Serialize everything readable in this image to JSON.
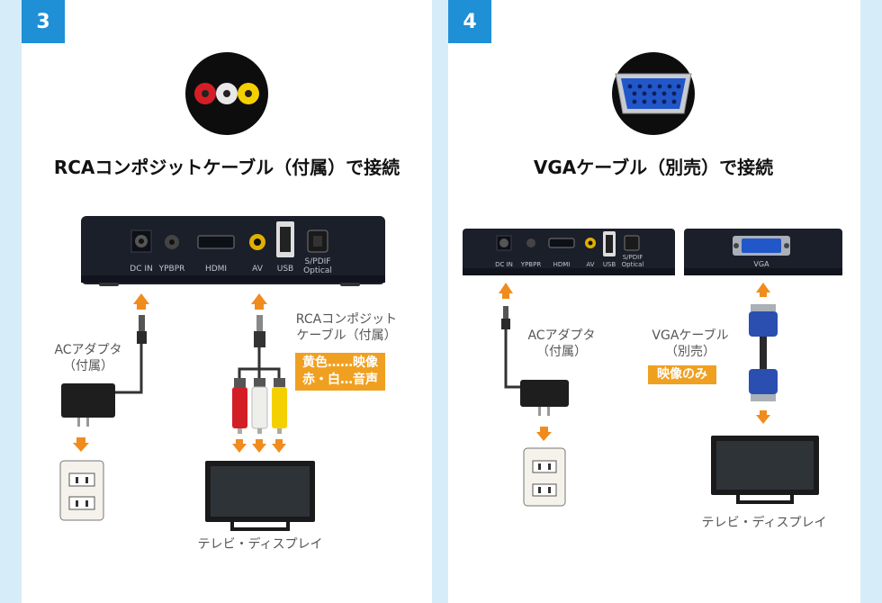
{
  "left": {
    "step": "3",
    "title": "RCAコンポジットケーブル（付属）で接続",
    "ports": {
      "dc_in": "DC IN",
      "ypbpr": "YPBPR",
      "hdmi": "HDMI",
      "av": "AV",
      "usb": "USB",
      "spdif_1": "S/PDIF",
      "spdif_2": "Optical"
    },
    "ac_adapter": [
      "ACアダプタ",
      "（付属）"
    ],
    "cable": [
      "RCAコンポジット",
      "ケーブル（付属）"
    ],
    "legend": [
      "黄色……映像",
      "赤・白…音声"
    ],
    "display": "テレビ・ディスプレイ"
  },
  "right": {
    "step": "4",
    "title": "VGAケーブル（別売）で接続",
    "ports": {
      "dc_in": "DC IN",
      "ypbpr": "YPBPR",
      "hdmi": "HDMI",
      "av": "AV",
      "usb": "USB",
      "spdif_1": "S/PDIF",
      "spdif_2": "Optical",
      "vga": "VGA"
    },
    "ac_adapter": [
      "ACアダプタ",
      "（付属）"
    ],
    "cable": [
      "VGAケーブル",
      "（別売）"
    ],
    "video_only": "映像のみ",
    "display": "テレビ・ディスプレイ"
  },
  "colors": {
    "badge": "#1f8fd6",
    "arrow": "#f08c1e",
    "device": "#1b1f2a",
    "background": "#d6ecf8",
    "highlight": "#f0a020"
  },
  "icons": [
    "rca-connector-icon",
    "vga-connector-icon",
    "power-outlet-icon",
    "ac-adapter-icon",
    "tv-icon",
    "arrow-up-icon",
    "arrow-down-icon"
  ]
}
